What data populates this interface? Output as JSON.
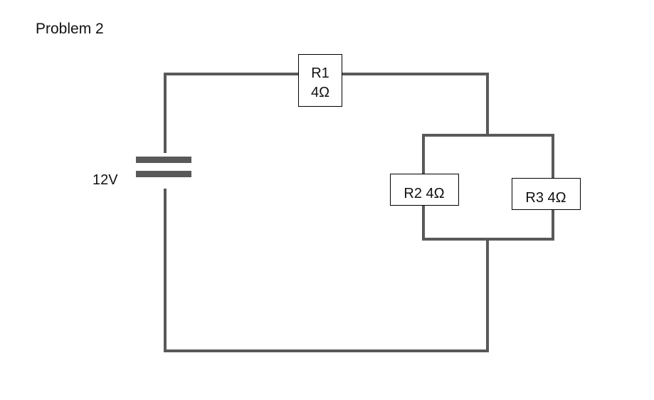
{
  "title": "Problem 2",
  "wire_color": "#595959",
  "battery": {
    "label": "12V"
  },
  "resistors": [
    {
      "id": "R1",
      "line1": "R1",
      "line2": "4Ω"
    },
    {
      "id": "R2",
      "label": "R2 4Ω"
    },
    {
      "id": "R3",
      "label": "R3 4Ω"
    }
  ]
}
